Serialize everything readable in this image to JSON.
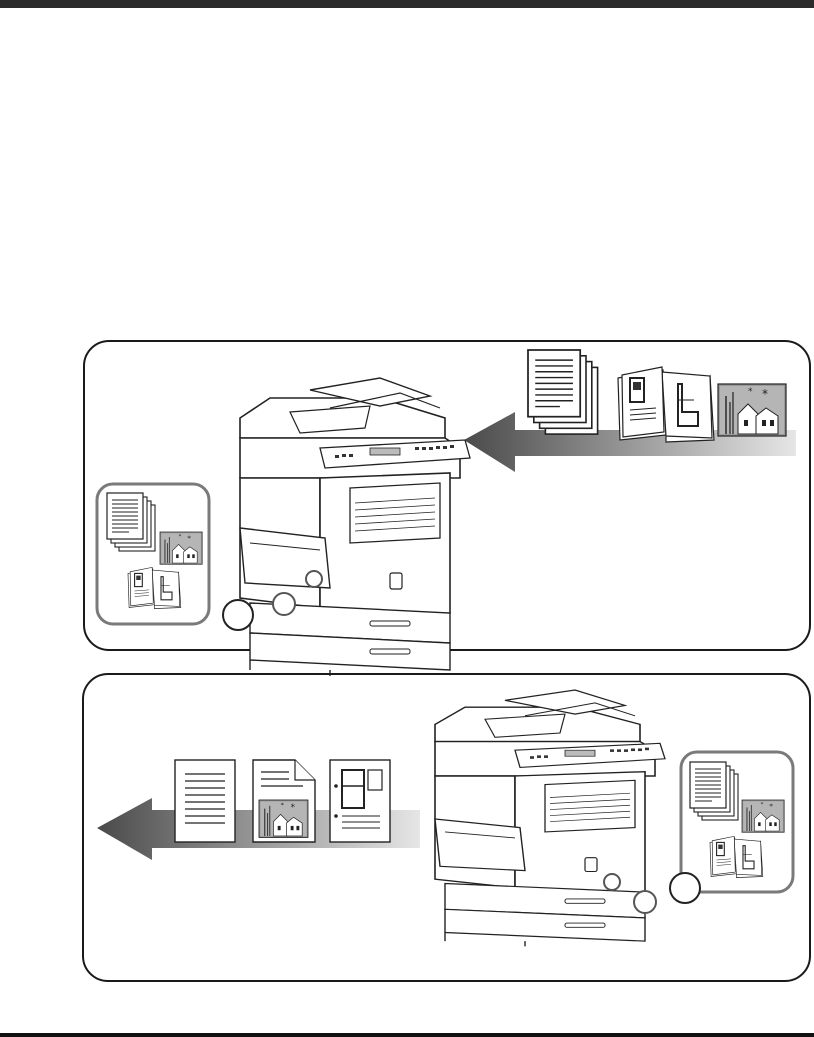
{
  "page": {
    "title": "",
    "caption": ""
  },
  "colors": {
    "rule": "#2b2b2b",
    "panel_border": "#1a1a1a",
    "arrow_dark": "#555555",
    "arrow_light": "#dcdcdc",
    "tray_frame": "#7a7a7a",
    "outline": "#222222"
  },
  "panels": [
    {
      "name": "input-originals",
      "icons": [
        "multi-page-document-icon",
        "booklet-icon",
        "photo-icon",
        "copier-icon",
        "originals-tray-icon"
      ],
      "arrow_direction": "left"
    },
    {
      "name": "output-copies",
      "icons": [
        "text-page-icon",
        "dog-ear-photo-page-icon",
        "punched-layout-page-icon",
        "copier-icon",
        "originals-tray-icon"
      ],
      "arrow_direction": "left"
    }
  ]
}
